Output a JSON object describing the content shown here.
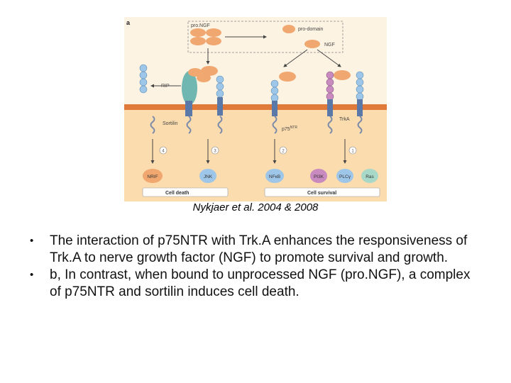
{
  "figure": {
    "panel_letter": "a",
    "labels": {
      "pro_ngf": "pro.NGF",
      "pro_domain": "pro-domain",
      "ngf": "NGF",
      "rip": "RIP",
      "sortilin": "Sortilin",
      "p75": "p75",
      "p75_sup": "NTR",
      "trka": "TrkA"
    },
    "paths": [
      "4",
      "3",
      "2",
      "1"
    ],
    "outputs": [
      "NRIF",
      "JNK",
      "NFκB",
      "PI3K",
      "PLCγ",
      "Ras"
    ],
    "outcomes": {
      "death": "Cell death",
      "survival": "Cell survival"
    },
    "colors": {
      "background": "#fdf3e3",
      "cytoplasm": "#fbdcae",
      "membrane": "#e07a3a",
      "ligand": "#f0a770",
      "p75": "#9ec6e8",
      "sortilin": "#6fb7b0",
      "trka": "#c98ac0"
    }
  },
  "caption": "Nykjaer et al. 2004 & 2008",
  "bullets": [
    "The interaction of p75NTR with Trk.A enhances the responsiveness of Trk.A to nerve growth factor (NGF) to promote survival and growth.",
    "b, In contrast, when bound to unprocessed NGF (pro.NGF), a complex of p75NTR and sortilin induces cell death."
  ]
}
